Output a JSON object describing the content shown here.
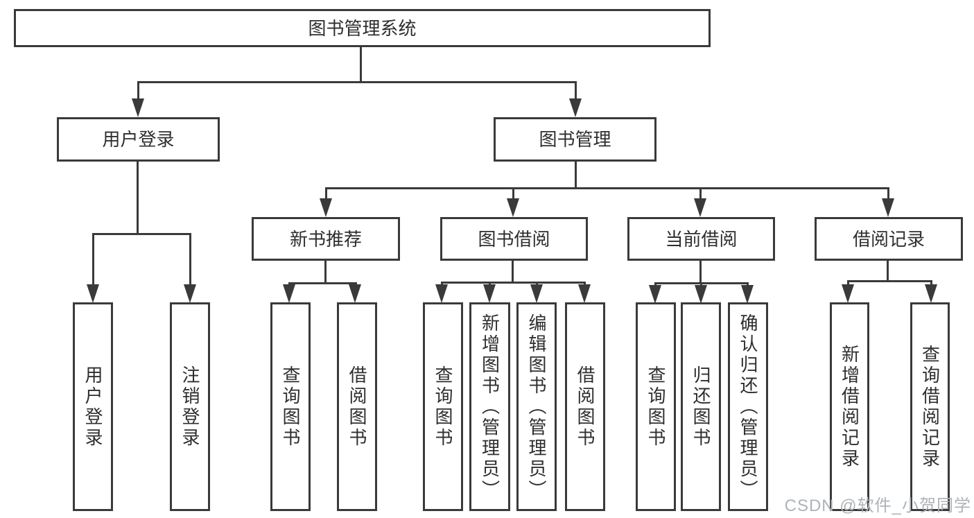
{
  "page": {
    "background": "#ffffff"
  },
  "diagram": {
    "type": "hierarchy-diagram",
    "colors": {
      "line": "#3a3a3a",
      "box_fill": "#ffffff",
      "text": "#2e2e2e",
      "watermark_text": "#aeb3b7"
    },
    "nodes": {
      "root": {
        "label": "图书管理系统"
      },
      "user_login": {
        "label": "用户登录"
      },
      "book_mgmt": {
        "label": "图书管理"
      },
      "new_book_rec": {
        "label": "新书推荐"
      },
      "book_borrow": {
        "label": "图书借阅"
      },
      "current_borrow": {
        "label": "当前借阅"
      },
      "borrow_records": {
        "label": "借阅记录"
      },
      "leaf_user_login": {
        "label": "用户登录"
      },
      "leaf_logout": {
        "label": "注销登录"
      },
      "leaf_rec_query_books": {
        "label": "查询图书"
      },
      "leaf_rec_borrow_books": {
        "label": "借阅图书"
      },
      "leaf_bb_query_books": {
        "label": "查询图书"
      },
      "leaf_bb_add_books": {
        "label": "新增图书（管理员）"
      },
      "leaf_bb_edit_books": {
        "label": "编辑图书（管理员）"
      },
      "leaf_bb_borrow_books": {
        "label": "借阅图书"
      },
      "leaf_cb_query_books": {
        "label": "查询图书"
      },
      "leaf_cb_return_books": {
        "label": "归还图书"
      },
      "leaf_cb_confirm_return": {
        "label": "确认归还（管理员）"
      },
      "leaf_br_add_record": {
        "label": "新增借阅记录"
      },
      "leaf_br_query_record": {
        "label": "查询借阅记录"
      }
    },
    "hierarchy": {
      "root": [
        "user_login",
        "book_mgmt"
      ],
      "user_login": [
        "leaf_user_login",
        "leaf_logout"
      ],
      "book_mgmt": [
        "new_book_rec",
        "book_borrow",
        "current_borrow",
        "borrow_records"
      ],
      "new_book_rec": [
        "leaf_rec_query_books",
        "leaf_rec_borrow_books"
      ],
      "book_borrow": [
        "leaf_bb_query_books",
        "leaf_bb_add_books",
        "leaf_bb_edit_books",
        "leaf_bb_borrow_books"
      ],
      "current_borrow": [
        "leaf_cb_query_books",
        "leaf_cb_return_books",
        "leaf_cb_confirm_return"
      ],
      "borrow_records": [
        "leaf_br_add_record",
        "leaf_br_query_record"
      ]
    },
    "watermark": "CSDN @软件_小贺同学"
  }
}
